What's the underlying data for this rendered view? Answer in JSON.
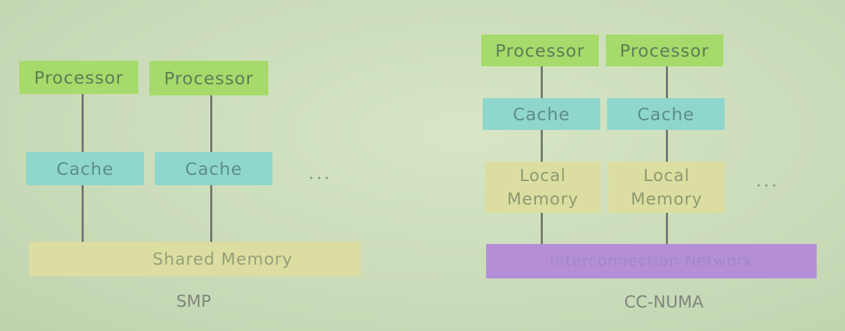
{
  "smp": {
    "processor_label": "Processor",
    "cache_label": "Cache",
    "shared_memory_label": "Shared Memory",
    "ellipsis": "...",
    "title": "SMP"
  },
  "numa": {
    "processor_label": "Processor",
    "cache_label": "Cache",
    "local_memory_line1": "Local",
    "local_memory_line2": "Memory",
    "network_label": "Interconnection Network",
    "ellipsis": "...",
    "title": "CC-NUMA"
  },
  "colors": {
    "processor": "#a6da6a",
    "cache": "#8fd6cc",
    "memory": "#dbdea0",
    "network": "#b48fd7",
    "connector": "#6f7770"
  }
}
